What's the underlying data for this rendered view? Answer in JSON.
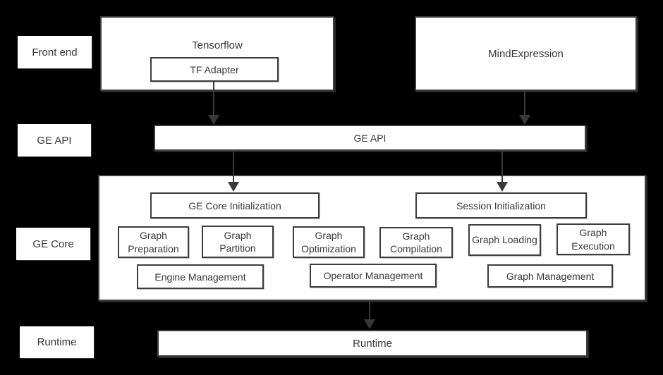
{
  "diagram": {
    "colors": {
      "background": "#000000",
      "box_fill": "#ffffff",
      "border": "#3d3d3d",
      "text": "#383838",
      "arrow": "#383838"
    },
    "side_labels": [
      {
        "label": "Front end"
      },
      {
        "label": "GE API"
      },
      {
        "label": "GE Core"
      },
      {
        "label": "Runtime"
      }
    ],
    "front_end": {
      "tensorflow_label": "Tensorflow",
      "tf_adapter_label": "TF Adapter",
      "mindexpression_label": "MindExpression"
    },
    "ge_api": {
      "label": "GE API"
    },
    "ge_core": {
      "init_boxes": [
        {
          "label": "GE Core Initialization"
        },
        {
          "label": "Session Initialization"
        }
      ],
      "function_boxes": [
        {
          "label": "Graph Preparation"
        },
        {
          "label": "Graph Partition"
        },
        {
          "label": "Graph Optimization"
        },
        {
          "label": "Graph Compilation"
        },
        {
          "label": "Graph Loading"
        },
        {
          "label": "Graph Execution"
        }
      ],
      "management_boxes": [
        {
          "label": "Engine Management"
        },
        {
          "label": "Operator Management"
        },
        {
          "label": "Graph Management"
        }
      ]
    },
    "runtime": {
      "label": "Runtime"
    }
  }
}
